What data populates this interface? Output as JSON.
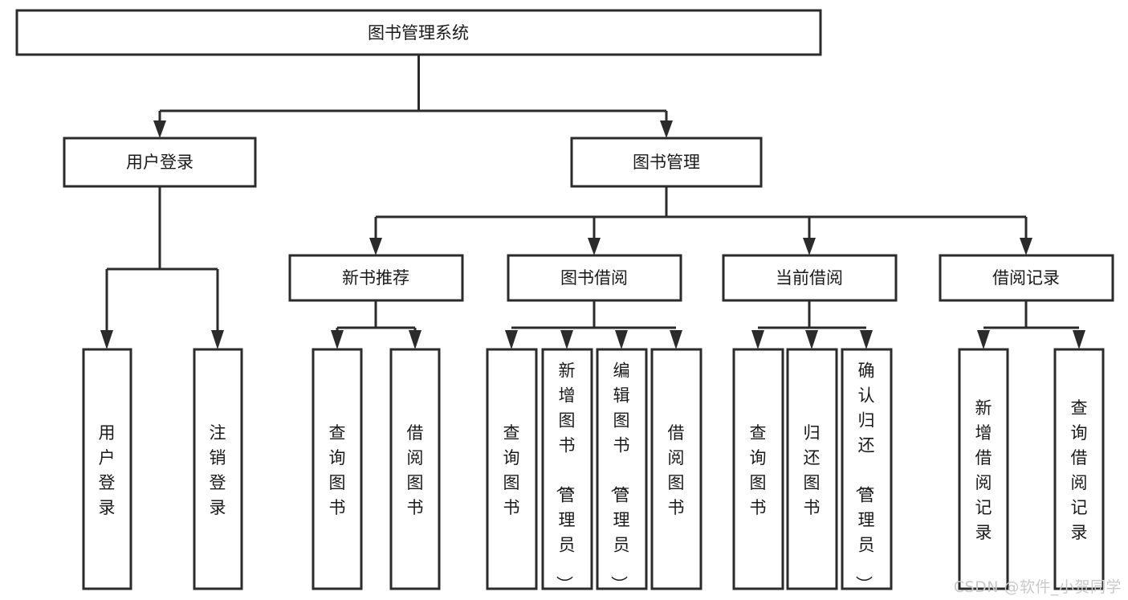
{
  "diagram": {
    "type": "tree-hierarchy",
    "title": "图书管理系统",
    "root": {
      "id": "root",
      "label": "图书管理系统"
    },
    "level2": [
      {
        "id": "user-login",
        "label": "用户登录"
      },
      {
        "id": "book-manage",
        "label": "图书管理"
      }
    ],
    "level3": [
      {
        "id": "new-book-rec",
        "label": "新书推荐",
        "parent": "book-manage"
      },
      {
        "id": "book-borrow",
        "label": "图书借阅",
        "parent": "book-manage"
      },
      {
        "id": "current-borrow",
        "label": "当前借阅",
        "parent": "book-manage"
      },
      {
        "id": "borrow-record",
        "label": "借阅记录",
        "parent": "book-manage"
      }
    ],
    "leaves": {
      "user-login": [
        {
          "id": "leaf-user-login",
          "label": "用户登录"
        },
        {
          "id": "leaf-user-logout",
          "label": "注销登录"
        }
      ],
      "new-book-rec": [
        {
          "id": "leaf-query-book-1",
          "label": "查询图书"
        },
        {
          "id": "leaf-borrow-book-1",
          "label": "借阅图书"
        }
      ],
      "book-borrow": [
        {
          "id": "leaf-query-book-2",
          "label": "查询图书"
        },
        {
          "id": "leaf-add-book",
          "label": "新增图书（管理员）"
        },
        {
          "id": "leaf-edit-book",
          "label": "编辑图书（管理员）"
        },
        {
          "id": "leaf-borrow-book-2",
          "label": "借阅图书"
        }
      ],
      "current-borrow": [
        {
          "id": "leaf-query-book-3",
          "label": "查询图书"
        },
        {
          "id": "leaf-return-book",
          "label": "归还图书"
        },
        {
          "id": "leaf-confirm-return",
          "label": "确认归还（管理员）"
        }
      ],
      "borrow-record": [
        {
          "id": "leaf-add-record",
          "label": "新增借阅记录"
        },
        {
          "id": "leaf-query-record",
          "label": "查询借阅记录"
        }
      ]
    }
  },
  "watermark": {
    "text": "CSDN @软件_小贺同学"
  },
  "colors": {
    "stroke": "#2b2b2b",
    "fill": "#ffffff",
    "text": "#1a1a1a",
    "watermark": "#c9c9c9"
  }
}
